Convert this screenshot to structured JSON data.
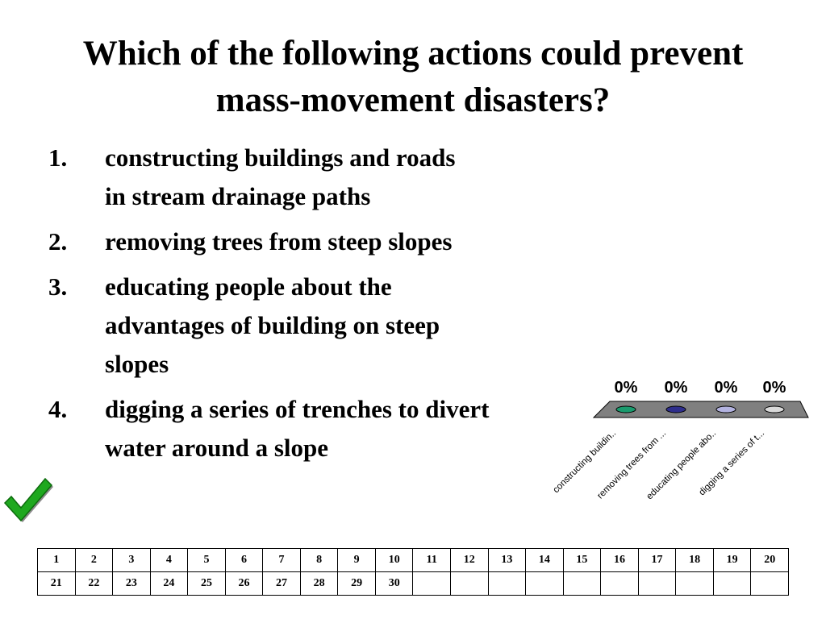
{
  "slide": {
    "title_lines": [
      "Which of the following actions could prevent",
      "mass-movement disasters?"
    ],
    "options": [
      {
        "num": "1.",
        "text": "constructing buildings and roads in stream drainage paths"
      },
      {
        "num": "2.",
        "text": "removing trees from steep slopes"
      },
      {
        "num": "3.",
        "text": "educating people about the advantages of building on steep slopes"
      },
      {
        "num": "4.",
        "text": "digging a series of trenches to divert water around a slope"
      }
    ],
    "correct_option": "4.",
    "check_icon": "checkmark-icon",
    "check_color": "#1fa81f"
  },
  "chart_data": {
    "type": "bar",
    "categories": [
      "constructing buildin..",
      "removing trees from ...",
      "educating people abo..",
      "digging a series of t..."
    ],
    "values": [
      0,
      0,
      0,
      0
    ],
    "value_labels": [
      "0%",
      "0%",
      "0%",
      "0%"
    ],
    "colors": [
      "#1a9b6e",
      "#2e2e8c",
      "#b3b3e0",
      "#d9d9d9"
    ],
    "ylim": [
      0,
      100
    ]
  },
  "response_grid": {
    "rows": [
      [
        "1",
        "2",
        "3",
        "4",
        "5",
        "6",
        "7",
        "8",
        "9",
        "10",
        "11",
        "12",
        "13",
        "14",
        "15",
        "16",
        "17",
        "18",
        "19",
        "20"
      ],
      [
        "21",
        "22",
        "23",
        "24",
        "25",
        "26",
        "27",
        "28",
        "29",
        "30",
        "",
        "",
        "",
        "",
        "",
        "",
        "",
        "",
        "",
        ""
      ]
    ]
  }
}
